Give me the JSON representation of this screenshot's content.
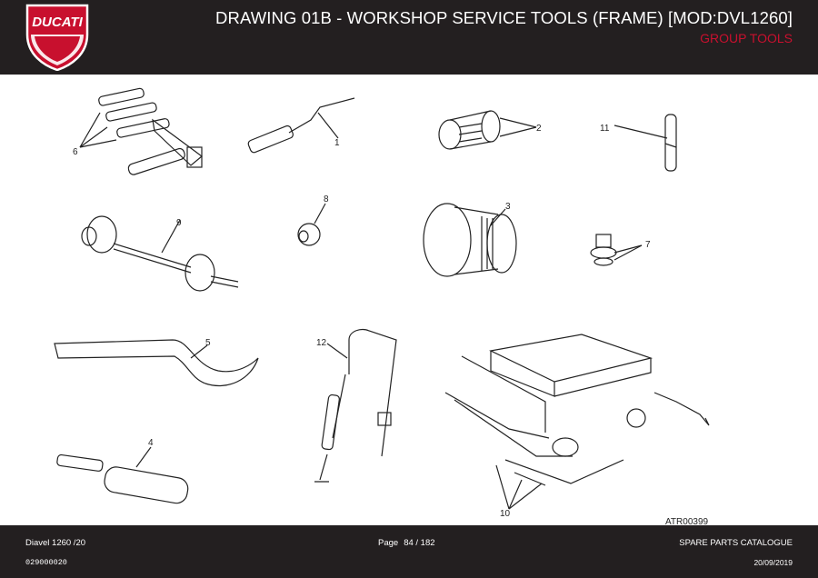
{
  "header": {
    "title": "DRAWING 01B - WORKSHOP SERVICE TOOLS (FRAME) [MOD:DVL1260]",
    "subtitle": "GROUP TOOLS",
    "brand": "DUCATI",
    "brand_color": "#c8102e",
    "bar_color": "#231f20"
  },
  "drawing": {
    "callouts": [
      "1",
      "2",
      "3",
      "4",
      "5",
      "6",
      "7",
      "8",
      "9",
      "10",
      "11",
      "12"
    ],
    "reference": "ATR00399"
  },
  "footer": {
    "model": "Diavel 1260 /20",
    "code": "029000020",
    "page_label": "Page",
    "page_number": "84 / 182",
    "catalogue": "SPARE PARTS CATALOGUE",
    "date": "20/09/2019"
  }
}
